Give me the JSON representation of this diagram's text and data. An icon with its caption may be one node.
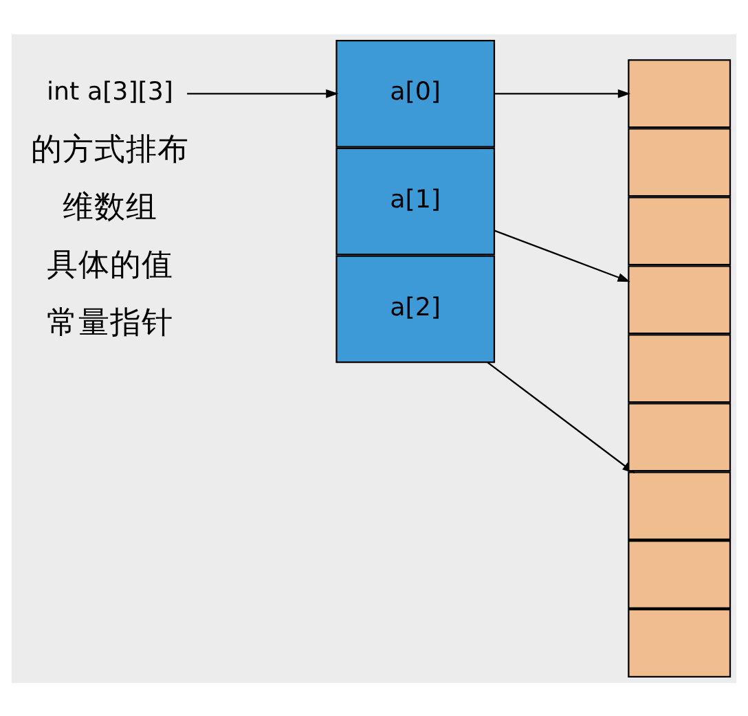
{
  "diagram": {
    "nodes": [
      {
        "text": [
          "int a[3][3]"
        ]
      },
      {
        "text": [
          "a[0]"
        ]
      },
      {
        "text": [
          "a[1]"
        ]
      },
      {
        "text": [
          "a[2]"
        ]
      },
      {
        "text": [],
        "shape": "box"
      },
      {
        "text": [],
        "shape": "box"
      },
      {
        "text": [],
        "shape": "box"
      },
      {
        "text": [],
        "shape": "box"
      },
      {
        "text": [],
        "shape": "box"
      },
      {
        "text": [],
        "shape": "box"
      },
      {
        "text": [],
        "shape": "box"
      },
      {
        "text": [],
        "shape": "box"
      },
      {
        "text": [],
        "shape": "box"
      }
    ],
    "edges": [
      {
        "from": 0,
        "to": 1,
        "arrow": "to"
      },
      {
        "from": 1,
        "to": 4,
        "arrow": "to"
      },
      {
        "from": 2,
        "to": 7,
        "arrow": "to"
      },
      {
        "from": 3,
        "to": 10,
        "arrow": "to"
      }
    ],
    "labels": [
      "的方式排布",
      "维数组",
      "具体的值",
      "常量指针"
    ]
  }
}
